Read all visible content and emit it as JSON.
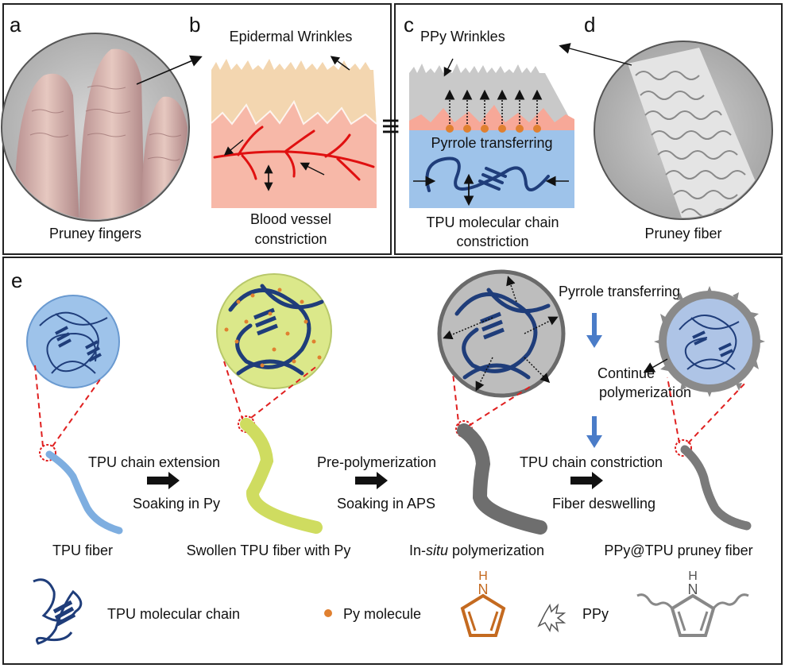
{
  "panels": {
    "a": "a",
    "b": "b",
    "c": "c",
    "d": "d",
    "e": "e"
  },
  "top": {
    "pruney_fingers": "Pruney fingers",
    "epidermal_wrinkles": "Epidermal Wrinkles",
    "blood_vessel_1": "Blood vessel",
    "blood_vessel_2": "constriction",
    "equiv": "≡",
    "ppy_wrinkles": "PPy Wrinkles",
    "pyrrole_transferring": "Pyrrole transferring",
    "tpu_chain_1": "TPU molecular chain",
    "tpu_chain_2": "constriction",
    "pruney_fiber": "Pruney fiber"
  },
  "bottom": {
    "pyrrole_transferring": "Pyrrole transferring",
    "continue_1": "Continue",
    "continue_2": "polymerization",
    "step1_top": "TPU chain extension",
    "step1_bottom": "Soaking in Py",
    "step2_top": "Pre-polymerization",
    "step2_bottom": "Soaking in APS",
    "step3_top": "TPU chain constriction",
    "step3_bottom": "Fiber deswelling",
    "label_fiber1": "TPU fiber",
    "label_fiber2": "Swollen TPU fiber with Py",
    "label_fiber3_pre": "In-",
    "label_fiber3_it": "situ",
    "label_fiber3_post": " polymerization",
    "label_fiber4": "PPy@TPU pruney fiber"
  },
  "legend": {
    "tpu_chain": "TPU molecular chain",
    "py_molecule": "Py molecule",
    "ppy": "PPy",
    "nh": "H",
    "n": "N"
  },
  "colors": {
    "tpu_blue": "#1f3d7a",
    "fiber_blue": "#9ec3ea",
    "fiber_yellow": "#e8f08a",
    "fiber_gray": "#8a8a8a",
    "py_orange": "#e08030",
    "red_dash": "#e02020",
    "skin_top": "#f3d6b0",
    "skin_bottom": "#f7b8a8",
    "vessel_red": "#e01010",
    "arrow_blue": "#4a7cc8"
  }
}
